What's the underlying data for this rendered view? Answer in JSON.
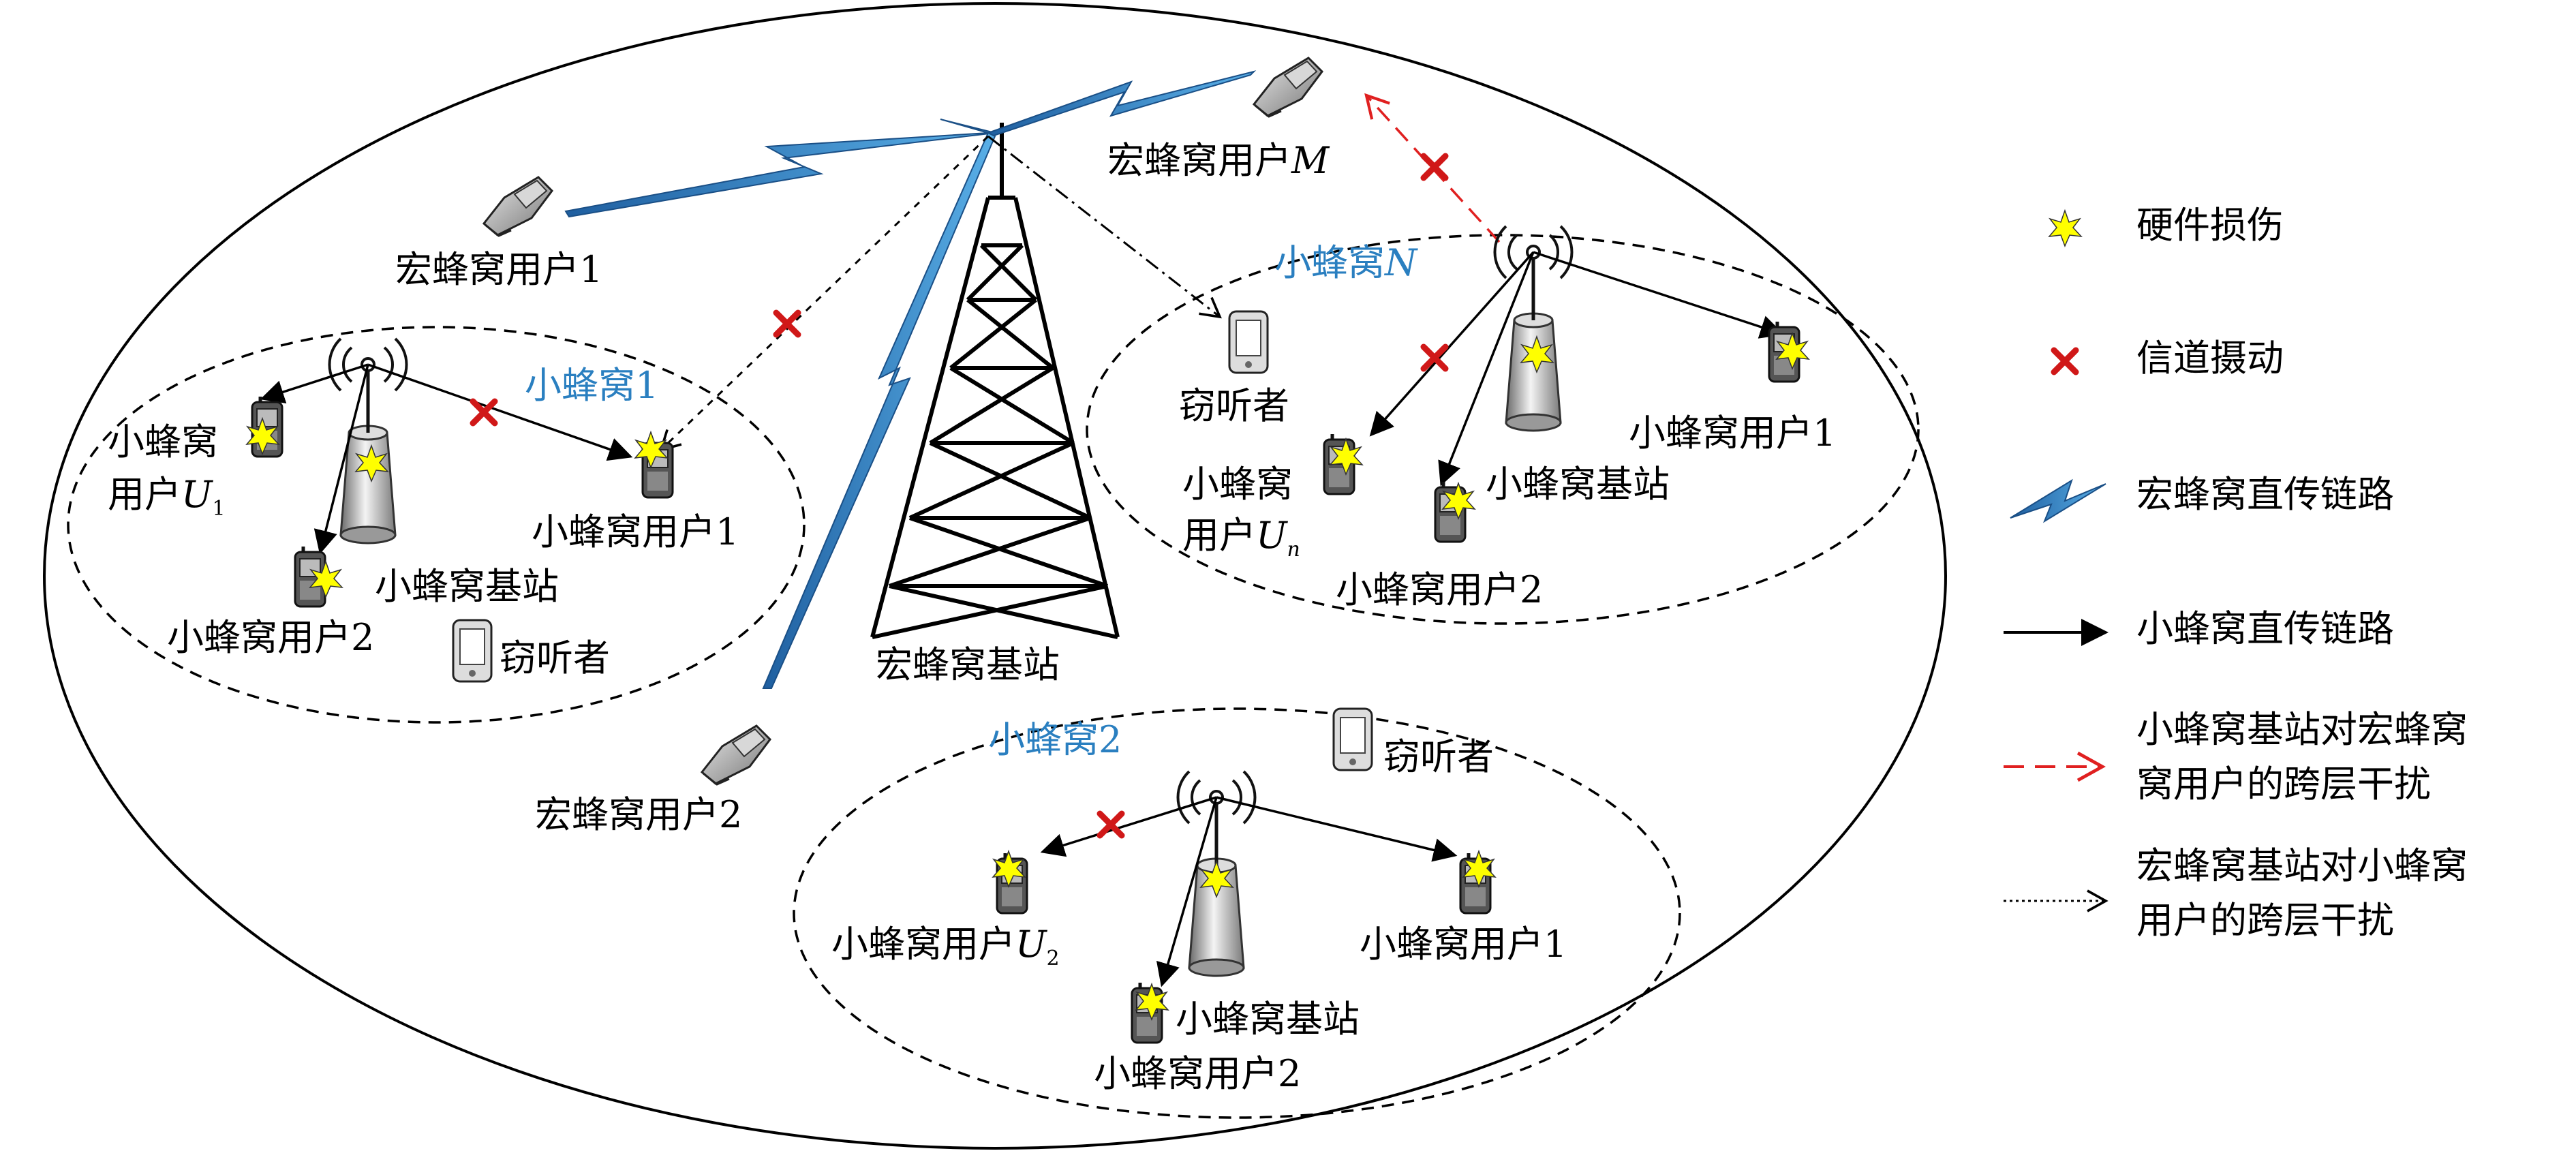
{
  "colors": {
    "link_blue": "#2a7fc0",
    "star_yellow": "#ffff00",
    "cross_red": "#e23030",
    "interference_red": "#e02020"
  },
  "labels": {
    "macro_user_1": "宏蜂窝用户1",
    "macro_user_m": "宏蜂窝用户",
    "macro_user_m_var": "M",
    "macro_user_2": "宏蜂窝用户2",
    "macro_bs": "宏蜂窝基站",
    "cell1": {
      "name": "小蜂窝1",
      "user_u1_line1": "小蜂窝",
      "user_u1_line2": "用户",
      "user_u1_var": "U",
      "user_u1_sub": "1",
      "user_1": "小蜂窝用户1",
      "user_2": "小蜂窝用户2",
      "bs": "小蜂窝基站",
      "eavesdropper": "窃听者"
    },
    "cellN": {
      "name": "小蜂窝",
      "name_var": "N",
      "eavesdropper": "窃听者",
      "user_un_line1": "小蜂窝",
      "user_un_line2": "用户",
      "user_un_var": "U",
      "user_un_sub": "n",
      "bs": "小蜂窝基站",
      "user_1": "小蜂窝用户1",
      "user_2": "小蜂窝用户2"
    },
    "cell2": {
      "name": "小蜂窝2",
      "eavesdropper": "窃听者",
      "user_u2": "小蜂窝用户",
      "user_u2_var": "U",
      "user_u2_sub": "2",
      "user_1": "小蜂窝用户1",
      "bs": "小蜂窝基站",
      "user_2": "小蜂窝用户2"
    }
  },
  "legend": {
    "hardware_damage": "硬件损伤",
    "channel_perturbation": "信道摄动",
    "macro_direct_link": "宏蜂窝直传链路",
    "small_direct_link": "小蜂窝直传链路",
    "small_bs_interference_line1": "小蜂窝基站对宏蜂窝",
    "small_bs_interference_line2": "窝用户的跨层干扰",
    "macro_bs_interference_line1": "宏蜂窝基站对小蜂窝",
    "macro_bs_interference_line2": "用户的跨层干扰"
  }
}
